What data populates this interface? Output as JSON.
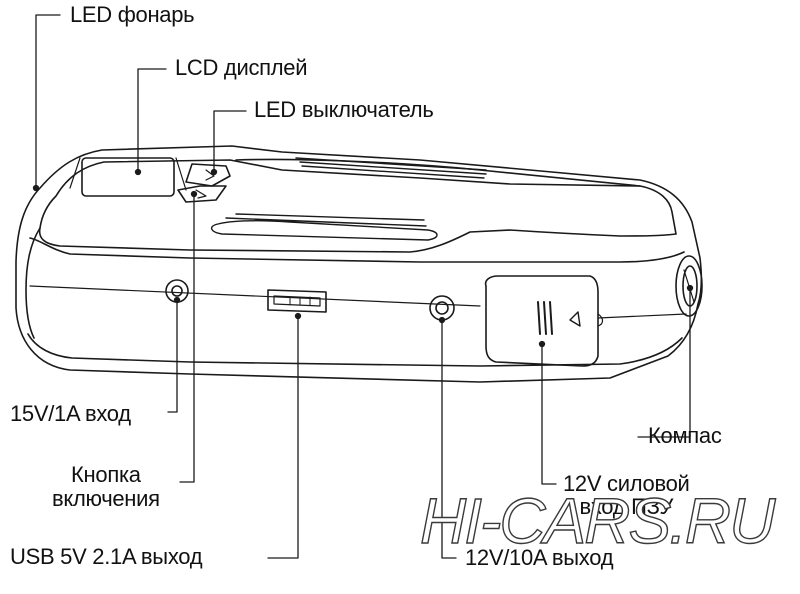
{
  "labels": {
    "led_flashlight": "LED фонарь",
    "lcd_display": "LCD дисплей",
    "led_switch": "LED выключатель",
    "input_15v": "15V/1A вход",
    "power_button_line1": "Кнопка",
    "power_button_line2": "включения",
    "usb_output": "USB 5V 2.1A выход",
    "output_12v": "12V/10A выход",
    "compass": "Компас",
    "input_12v_line1": "12V силовой",
    "input_12v_line2": "вход ПЗУ"
  },
  "watermark": "HI-CARS.RU",
  "colors": {
    "line": "#1a1a1a",
    "background": "#ffffff",
    "text": "#111111"
  }
}
